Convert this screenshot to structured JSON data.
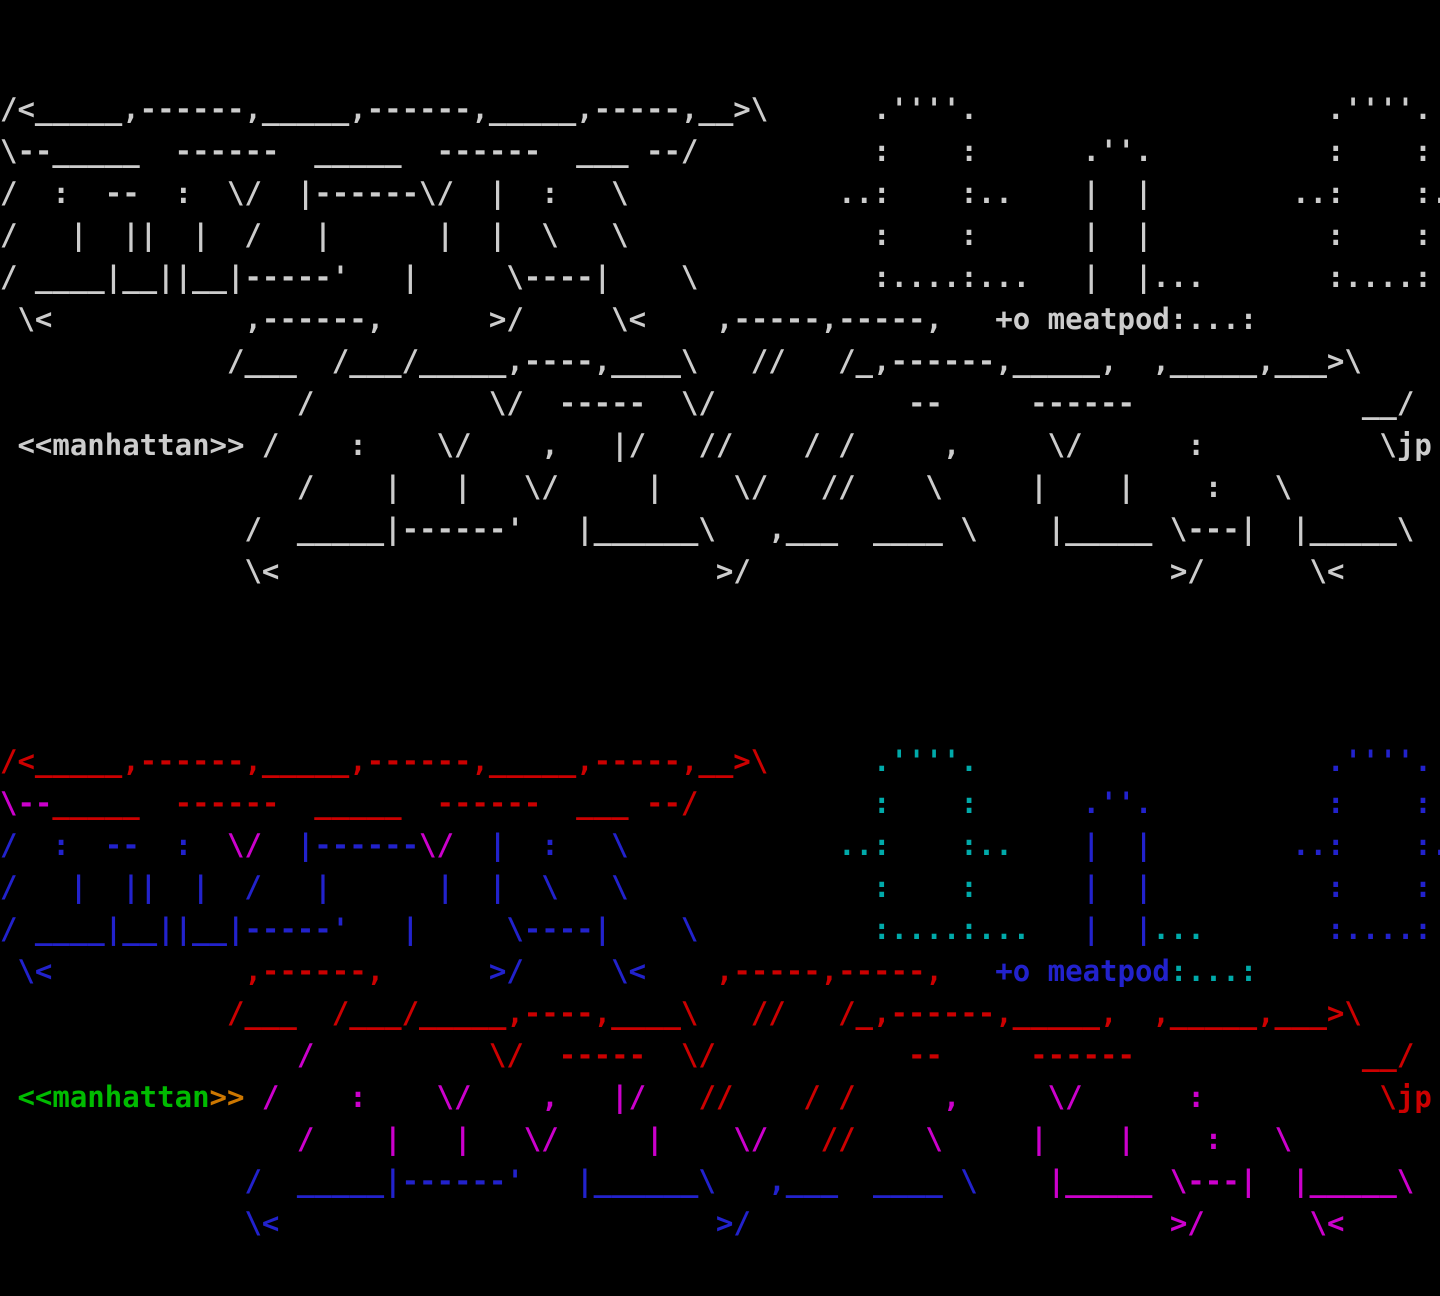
{
  "palette": {
    "mono": "#cccccc",
    "red": "#cc0000",
    "mag": "#cc00cc",
    "blu": "#2222cc",
    "cyn": "#00aaaa",
    "grn": "#00bb00",
    "org": "#cc7700",
    "pln": "#000000"
  },
  "labels": {
    "artist_tag": "<<manhattan>>",
    "group_tag": "+o meatpod:...:",
    "signature": "jp"
  },
  "art": {
    "lines": [
      [
        [
          "red",
          "/<_____,------,_____,------,_____,-----,__>\\"
        ],
        [
          "pln",
          "      "
        ],
        [
          "cyn",
          ".''''."
        ],
        [
          "pln",
          "                    "
        ],
        [
          "blu",
          ".''''."
        ]
      ],
      [
        [
          "mag",
          "\\--"
        ],
        [
          "red",
          "_____  ------  _____  ------  ___ --/"
        ],
        [
          "pln",
          "          "
        ],
        [
          "cyn",
          ":    :"
        ],
        [
          "pln",
          "      "
        ],
        [
          "blu",
          ".''."
        ],
        [
          "pln",
          "          "
        ],
        [
          "blu",
          ":    :"
        ]
      ],
      [
        [
          "blu",
          "/  :  --  :  "
        ],
        [
          "mag",
          "\\/"
        ],
        [
          "blu",
          "  |------"
        ],
        [
          "mag",
          "\\/"
        ],
        [
          "blu",
          "  |  :   \\"
        ],
        [
          "pln",
          "            "
        ],
        [
          "cyn",
          "..:    :.."
        ],
        [
          "pln",
          "    "
        ],
        [
          "blu",
          "|  |"
        ],
        [
          "pln",
          "        "
        ],
        [
          "blu",
          "..:    :.."
        ]
      ],
      [
        [
          "blu",
          "/   |  ||  |  /   |      |  |  \\   \\"
        ],
        [
          "pln",
          "              "
        ],
        [
          "cyn",
          ":    :"
        ],
        [
          "pln",
          "      "
        ],
        [
          "blu",
          "|  |"
        ],
        [
          "pln",
          "          "
        ],
        [
          "blu",
          ":    :"
        ]
      ],
      [
        [
          "blu",
          "/ ____|__||__|-----'   |     \\----|    \\"
        ],
        [
          "pln",
          "          "
        ],
        [
          "cyn",
          ":....:..."
        ],
        [
          "pln",
          "   "
        ],
        [
          "blu",
          "|  |"
        ],
        [
          "cyn",
          "..."
        ],
        [
          "pln",
          "       "
        ],
        [
          "blu",
          ":....:"
        ]
      ],
      [
        [
          "pln",
          " "
        ],
        [
          "blu",
          "\\<"
        ],
        [
          "pln",
          "           "
        ],
        [
          "red",
          ",------,"
        ],
        [
          "pln",
          "      "
        ],
        [
          "blu",
          ">/"
        ],
        [
          "pln",
          "     "
        ],
        [
          "blu",
          "\\<"
        ],
        [
          "pln",
          "    "
        ],
        [
          "red",
          ",-----,-----,"
        ],
        [
          "pln",
          "   "
        ],
        [
          "blu",
          "+o meatpod",
          "group-tag"
        ],
        [
          "cyn",
          ":...:",
          "group-tag-colons"
        ]
      ],
      [
        [
          "pln",
          "             "
        ],
        [
          "red",
          "/___  /___/_____,----,____\\   //   /_,------,_____,  ,_____,___>\\"
        ]
      ],
      [
        [
          "pln",
          "                 "
        ],
        [
          "mag",
          "/"
        ],
        [
          "pln",
          "          "
        ],
        [
          "red",
          "\\/  -----  \\/"
        ],
        [
          "pln",
          "           "
        ],
        [
          "red",
          "--"
        ],
        [
          "pln",
          "     "
        ],
        [
          "red",
          "------"
        ],
        [
          "pln",
          "             "
        ],
        [
          "red",
          "__/"
        ]
      ],
      [
        [
          "pln",
          " "
        ],
        [
          "grn",
          "<<manhattan",
          "artist-tag"
        ],
        [
          "org",
          ">>",
          "artist-tag-brackets"
        ],
        [
          "mag",
          " /    :    "
        ],
        [
          "mag",
          "\\/"
        ],
        [
          "mag",
          "    ,   "
        ],
        [
          "mag",
          "|/"
        ],
        [
          "pln",
          "   "
        ],
        [
          "red",
          "//"
        ],
        [
          "pln",
          "    "
        ],
        [
          "red",
          "/ /"
        ],
        [
          "mag",
          "     ,     "
        ],
        [
          "mag",
          "\\/"
        ],
        [
          "pln",
          "      "
        ],
        [
          "mag",
          ":"
        ],
        [
          "pln",
          "          "
        ],
        [
          "red",
          "\\"
        ],
        [
          "red",
          "jp",
          "signature"
        ]
      ],
      [
        [
          "pln",
          "                 "
        ],
        [
          "mag",
          "/    |   |   "
        ],
        [
          "mag",
          "\\/"
        ],
        [
          "mag",
          "     |    "
        ],
        [
          "mag",
          "\\/"
        ],
        [
          "pln",
          "   "
        ],
        [
          "red",
          "//"
        ],
        [
          "pln",
          "    "
        ],
        [
          "mag",
          "\\"
        ],
        [
          "pln",
          "     "
        ],
        [
          "mag",
          "|    |    :   \\"
        ]
      ],
      [
        [
          "pln",
          "              "
        ],
        [
          "blu",
          "/  _____|------'   |______\\"
        ],
        [
          "pln",
          "   "
        ],
        [
          "blu",
          ",___"
        ],
        [
          "pln",
          "  "
        ],
        [
          "blu",
          "____ \\"
        ],
        [
          "pln",
          "    "
        ],
        [
          "mag",
          "|_____ \\---|  |_____\\"
        ]
      ],
      [
        [
          "pln",
          "              "
        ],
        [
          "blu",
          "\\<"
        ],
        [
          "pln",
          "                         "
        ],
        [
          "blu",
          ">/"
        ],
        [
          "pln",
          "                        "
        ],
        [
          "mag",
          ">/"
        ],
        [
          "pln",
          "      "
        ],
        [
          "mag",
          "\\<"
        ]
      ]
    ]
  }
}
